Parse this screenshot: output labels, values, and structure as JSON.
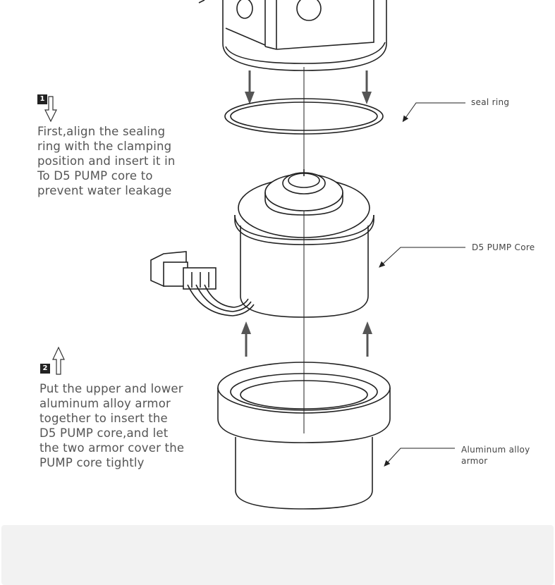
{
  "steps": [
    {
      "number": "1",
      "direction": "down",
      "lines": [
        "First,align the sealing",
        "ring with the clamping",
        "position and insert it in",
        "To D5 PUMP core to",
        "prevent water leakage"
      ]
    },
    {
      "number": "2",
      "direction": "up",
      "lines": [
        "Put the upper and lower",
        "aluminum alloy armor",
        "together to insert the",
        "D5 PUMP core,and let",
        "the two armor cover the",
        "PUMP core tightly"
      ]
    }
  ],
  "callouts": {
    "seal_ring": "seal ring",
    "pump_core": "D5 PUMP Core",
    "armor_line1": "Aluminum alloy",
    "armor_line2": "armor"
  },
  "colors": {
    "line_art": "#222222",
    "arrow": "#555555",
    "text": "#555555",
    "footer": "#f2f2f2"
  }
}
